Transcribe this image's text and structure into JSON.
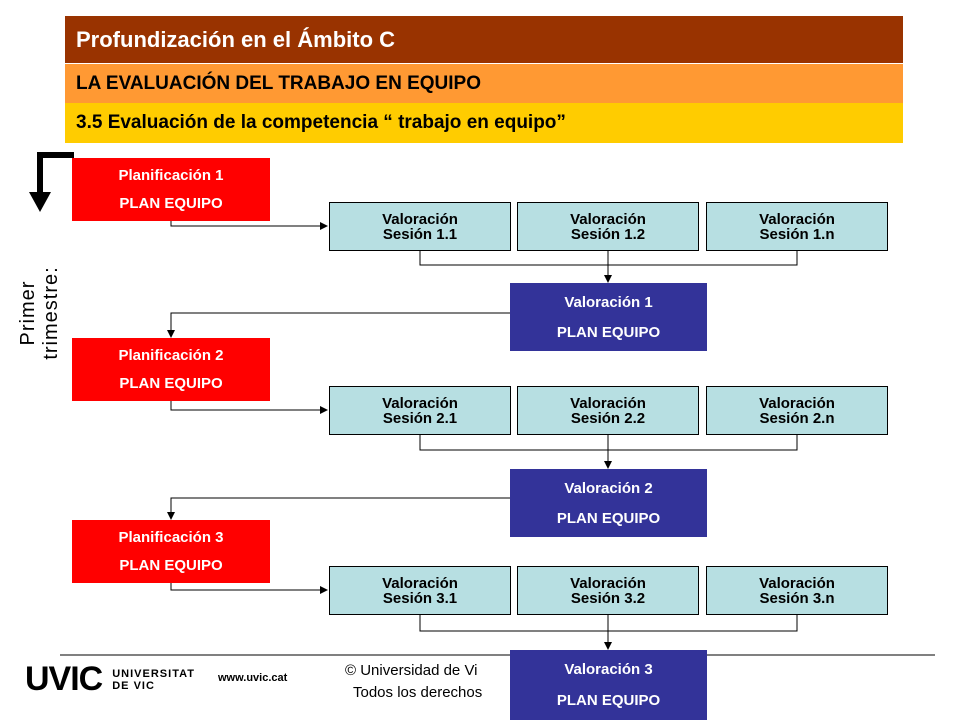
{
  "header": {
    "title": "Profundización en el Ámbito C",
    "subtitle": "LA EVALUACIÓN DEL TRABAJO EN EQUIPO",
    "section": "3.5 Evaluación de la competencia “ trabajo en equipo”"
  },
  "side_label": "Primer trimestre:",
  "plans": [
    {
      "line1": "Planificación 1",
      "line2": "PLAN EQUIPO"
    },
    {
      "line1": "Planificación 2",
      "line2": "PLAN EQUIPO"
    },
    {
      "line1": "Planificación 3",
      "line2": "PLAN EQUIPO"
    }
  ],
  "sessions": [
    [
      {
        "a": "Valoración",
        "b": "Sesión 1.1"
      },
      {
        "a": "Valoración",
        "b": "Sesión 1.2"
      },
      {
        "a": "Valoración",
        "b": "Sesión 1.n"
      }
    ],
    [
      {
        "a": "Valoración",
        "b": "Sesión 2.1"
      },
      {
        "a": "Valoración",
        "b": "Sesión 2.2"
      },
      {
        "a": "Valoración",
        "b": "Sesión 2.n"
      }
    ],
    [
      {
        "a": "Valoración",
        "b": "Sesión 3.1"
      },
      {
        "a": "Valoración",
        "b": "Sesión 3.2"
      },
      {
        "a": "Valoración",
        "b": "Sesión 3.n"
      }
    ]
  ],
  "valuations": [
    {
      "line1": "Valoración 1",
      "line2": "PLAN EQUIPO"
    },
    {
      "line1": "Valoración 2",
      "line2": "PLAN EQUIPO"
    },
    {
      "line1": "Valoración 3",
      "line2": "PLAN EQUIPO"
    }
  ],
  "footer": {
    "logo_mark": "UVIC",
    "logo_line1": "UNIVERSITAT",
    "logo_line2": "DE VIC",
    "site": "www.uvic.cat",
    "copyright": "© Universidad de Vi",
    "rights": "Todos los derechos"
  }
}
